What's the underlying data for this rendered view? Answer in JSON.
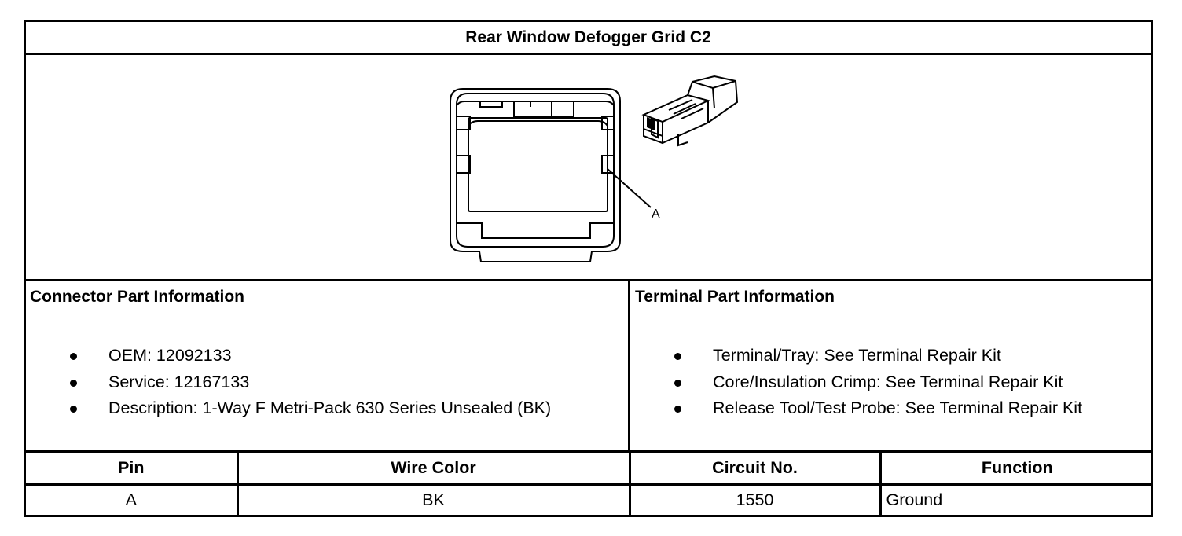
{
  "title": "Rear Window Defogger Grid C2",
  "figure": {
    "callout_label": "A"
  },
  "connector_info": {
    "heading": "Connector Part Information",
    "items": [
      "OEM: 12092133",
      "Service: 12167133",
      "Description: 1-Way F Metri-Pack 630 Series Unsealed (BK)"
    ]
  },
  "terminal_info": {
    "heading": "Terminal Part Information",
    "items": [
      "Terminal/Tray: See Terminal Repair Kit",
      "Core/Insulation Crimp: See Terminal Repair Kit",
      "Release Tool/Test Probe: See Terminal Repair Kit"
    ]
  },
  "pin_table": {
    "headers": [
      "Pin",
      "Wire Color",
      "Circuit No.",
      "Function"
    ],
    "rows": [
      [
        "A",
        "BK",
        "1550",
        "Ground"
      ]
    ]
  }
}
